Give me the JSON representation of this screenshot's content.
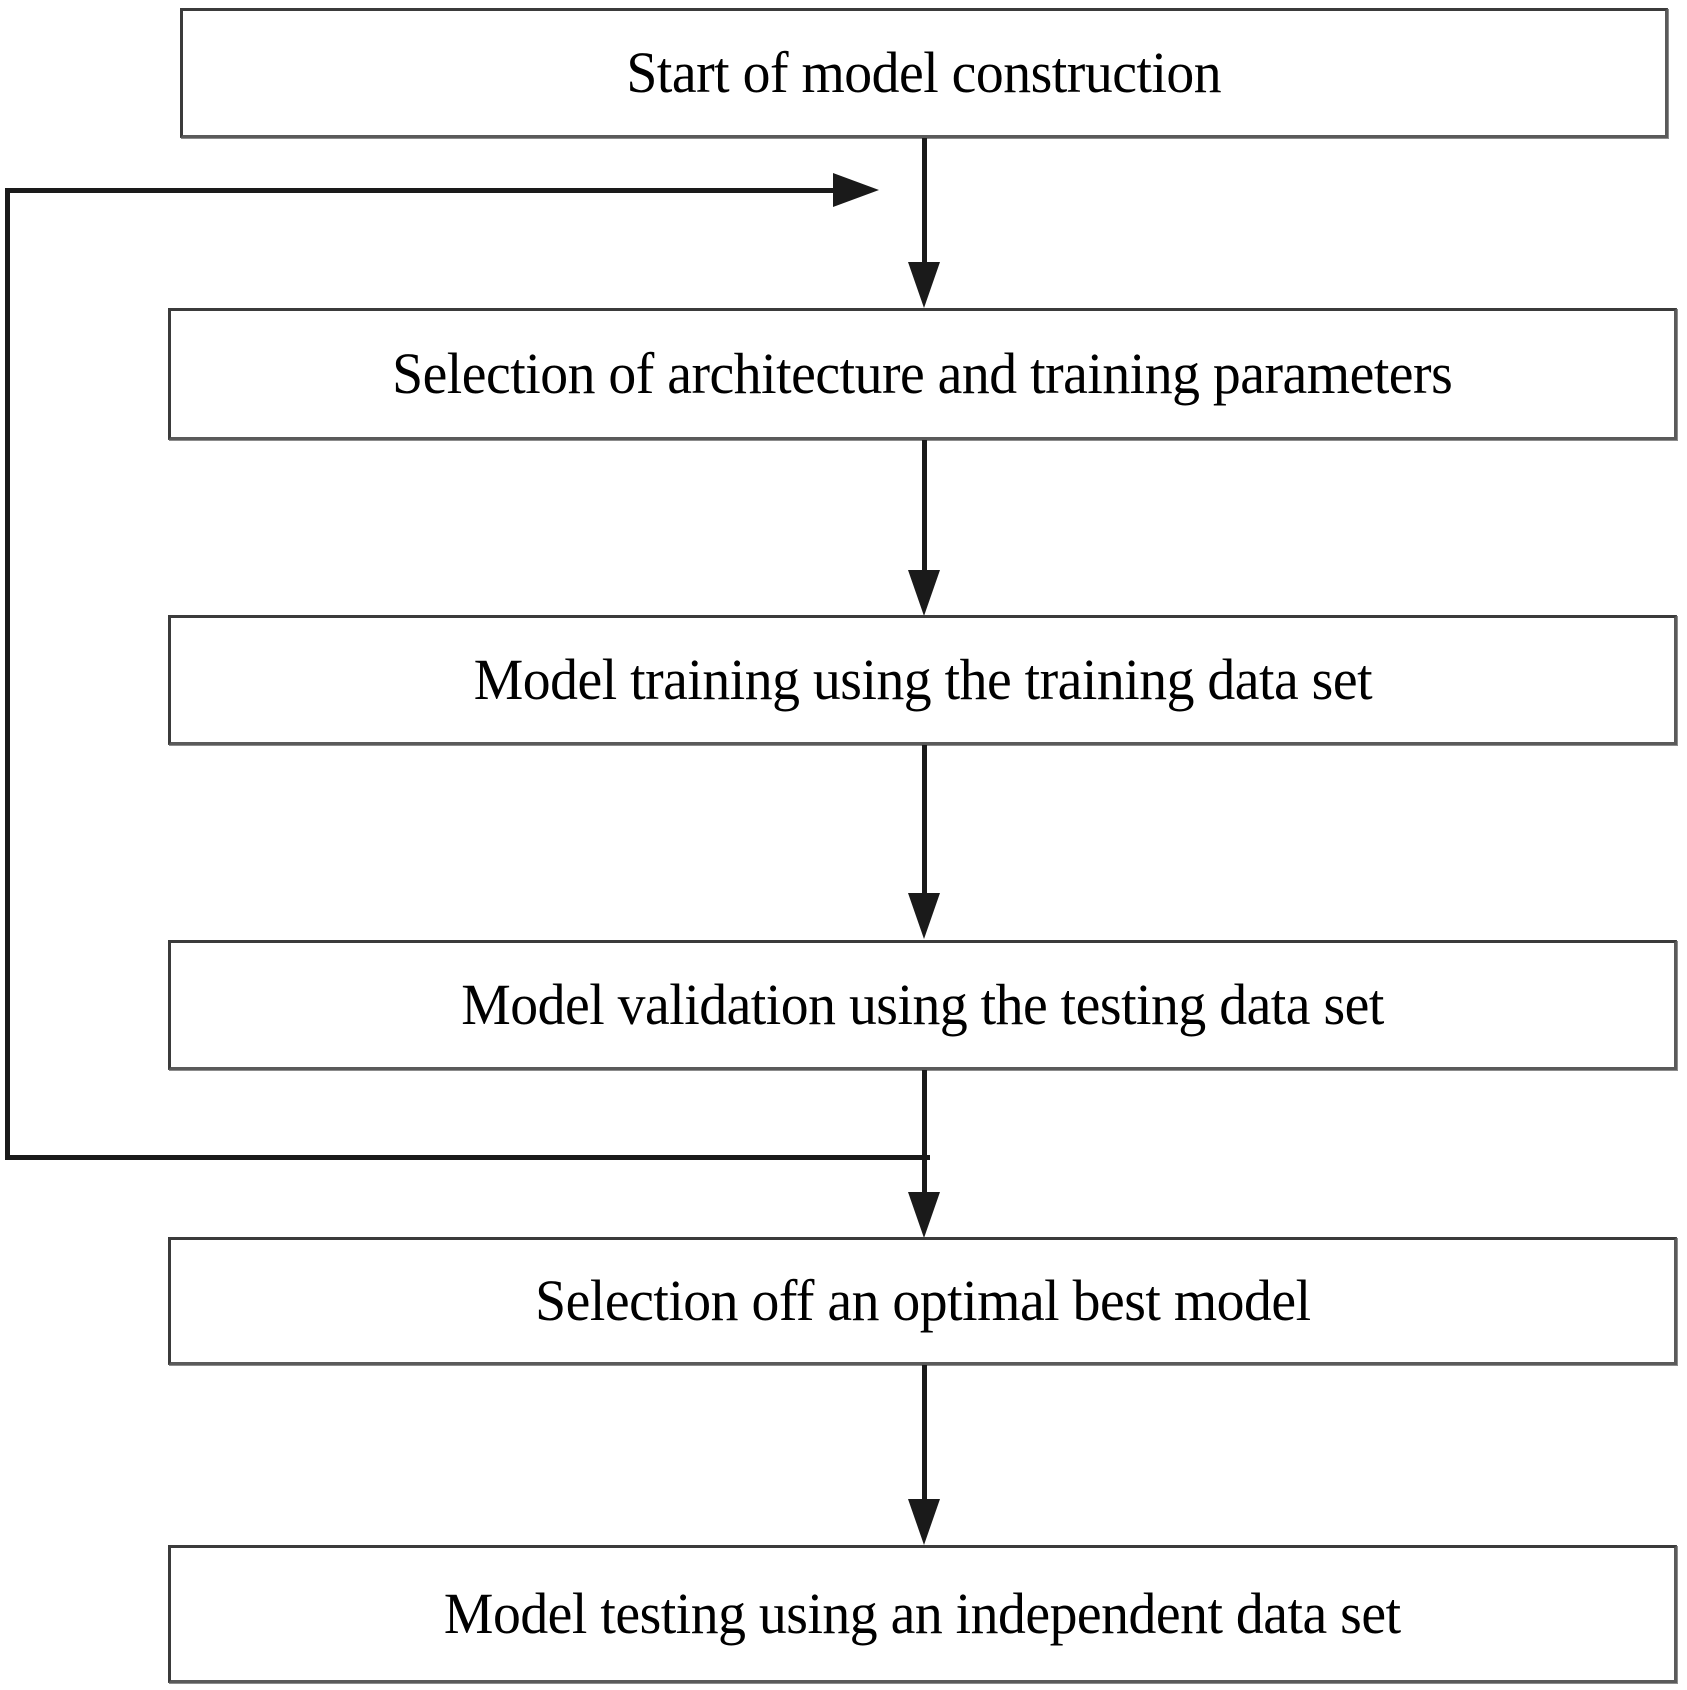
{
  "diagram": {
    "title": "Model construction workflow flowchart",
    "type": "flowchart",
    "orientation": "vertical",
    "colors": {
      "background": "#ffffff",
      "box_fill": "#ffffff",
      "box_border": "#3b3b3b",
      "connector": "#1a1a1a",
      "text": "#000000"
    },
    "nodes": [
      {
        "id": "start",
        "label": "Start of model construction"
      },
      {
        "id": "selection-params",
        "label": "Selection of architecture and training parameters"
      },
      {
        "id": "training",
        "label": "Model training using the training data set"
      },
      {
        "id": "validation",
        "label": "Model validation using the testing data set"
      },
      {
        "id": "optimal-model",
        "label": "Selection off an optimal best model"
      },
      {
        "id": "testing",
        "label": "Model testing using an independent data set"
      }
    ],
    "edges": [
      {
        "from": "start",
        "to": "selection-params",
        "kind": "arrow-down"
      },
      {
        "from": "selection-params",
        "to": "training",
        "kind": "arrow-down"
      },
      {
        "from": "training",
        "to": "validation",
        "kind": "arrow-down"
      },
      {
        "from": "validation",
        "to": "optimal-model",
        "kind": "arrow-down"
      },
      {
        "from": "optimal-model",
        "to": "testing",
        "kind": "arrow-down"
      },
      {
        "from": "validation",
        "to": "selection-params",
        "kind": "feedback-loop-left",
        "label": ""
      }
    ]
  }
}
